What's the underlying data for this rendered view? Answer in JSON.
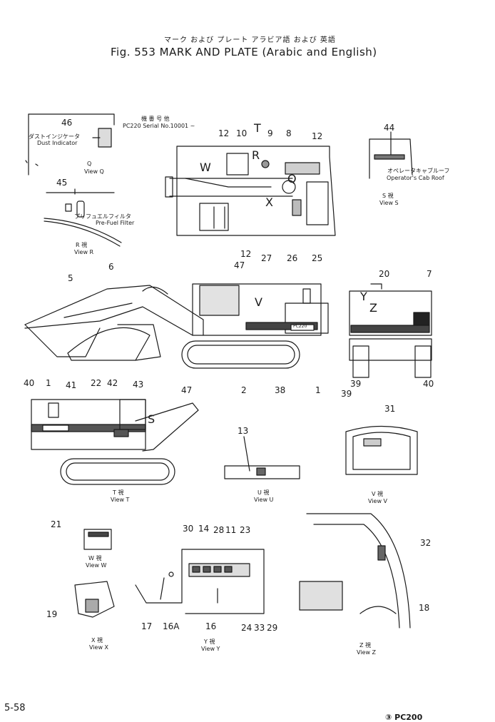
{
  "header": {
    "title_jp": "マーク および プレート アラビア語 および 英語",
    "title": "Fig. 553  MARK AND PLATE (Arabic and English)"
  },
  "serial": {
    "jp": "機 番 号 他",
    "text": "PC220 Serial No.10001 ~"
  },
  "views": {
    "q": {
      "jp": "ダストインジケータ",
      "en": "Dust Indicator",
      "label": "Q",
      "caption": "View Q"
    },
    "r": {
      "jp": "プリフュエルフィルタ",
      "en": "Pre-Fuel Filter",
      "caption_jp": "R 視",
      "caption": "View R"
    },
    "s": {
      "jp": "オペレータキャブルーフ",
      "en": "Operator's Cab Roof",
      "caption_jp": "S 視",
      "caption": "View S"
    },
    "t": {
      "caption_jp": "T 視",
      "caption": "View T"
    },
    "u": {
      "caption_jp": "U 視",
      "caption": "View U"
    },
    "v": {
      "caption_jp": "V 視",
      "caption": "View V"
    },
    "w": {
      "caption_jp": "W 視",
      "caption": "View W"
    },
    "x": {
      "caption_jp": "X 視",
      "caption": "View X"
    },
    "y": {
      "caption_jp": "Y 視",
      "caption": "View Y"
    },
    "z": {
      "caption_jp": "Z 視",
      "caption": "View Z"
    }
  },
  "arrows": [
    "T",
    "R",
    "W",
    "Q",
    "X",
    "V",
    "Y",
    "Z",
    "S"
  ],
  "plate_text": "PC220",
  "callouts": [
    "46",
    "45",
    "12",
    "10",
    "9",
    "8",
    "12",
    "44",
    "12",
    "27",
    "26",
    "25",
    "47",
    "6",
    "5",
    "20",
    "7",
    "47",
    "2",
    "38",
    "1",
    "39",
    "39",
    "40",
    "40",
    "1",
    "41",
    "22",
    "42",
    "43",
    "13",
    "31",
    "21",
    "30",
    "14",
    "28",
    "11",
    "23",
    "32",
    "19",
    "17",
    "16A",
    "16",
    "24",
    "33",
    "29",
    "18"
  ],
  "footer": {
    "page": "5-58",
    "code": "③ PC200"
  }
}
